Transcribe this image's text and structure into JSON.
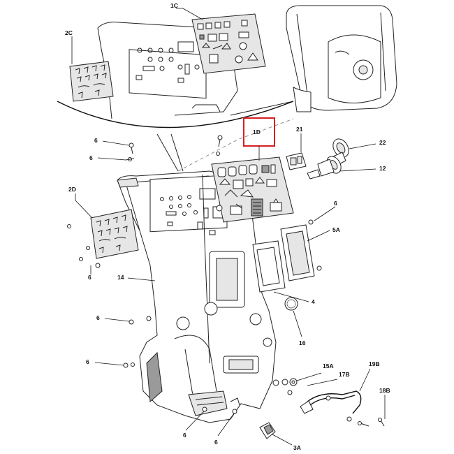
{
  "diagram": {
    "highlight_color": "#d62020",
    "highlighted_label": "1D",
    "callouts": {
      "c1C": "1C",
      "c2C": "2C",
      "c21": "21",
      "c22": "22",
      "c12": "12",
      "c1D": "1D",
      "c6a": "6",
      "c6b": "6",
      "c2D": "2D",
      "c6c": "6",
      "c5A": "5A",
      "c6d": "6",
      "c14": "14",
      "c4": "4",
      "c6e": "6",
      "c16": "16",
      "c6f": "6",
      "c15A": "15A",
      "c17B": "17B",
      "c19B": "19B",
      "c18B": "18B",
      "c6g": "6",
      "c6h": "6",
      "c3A": "3A"
    }
  }
}
